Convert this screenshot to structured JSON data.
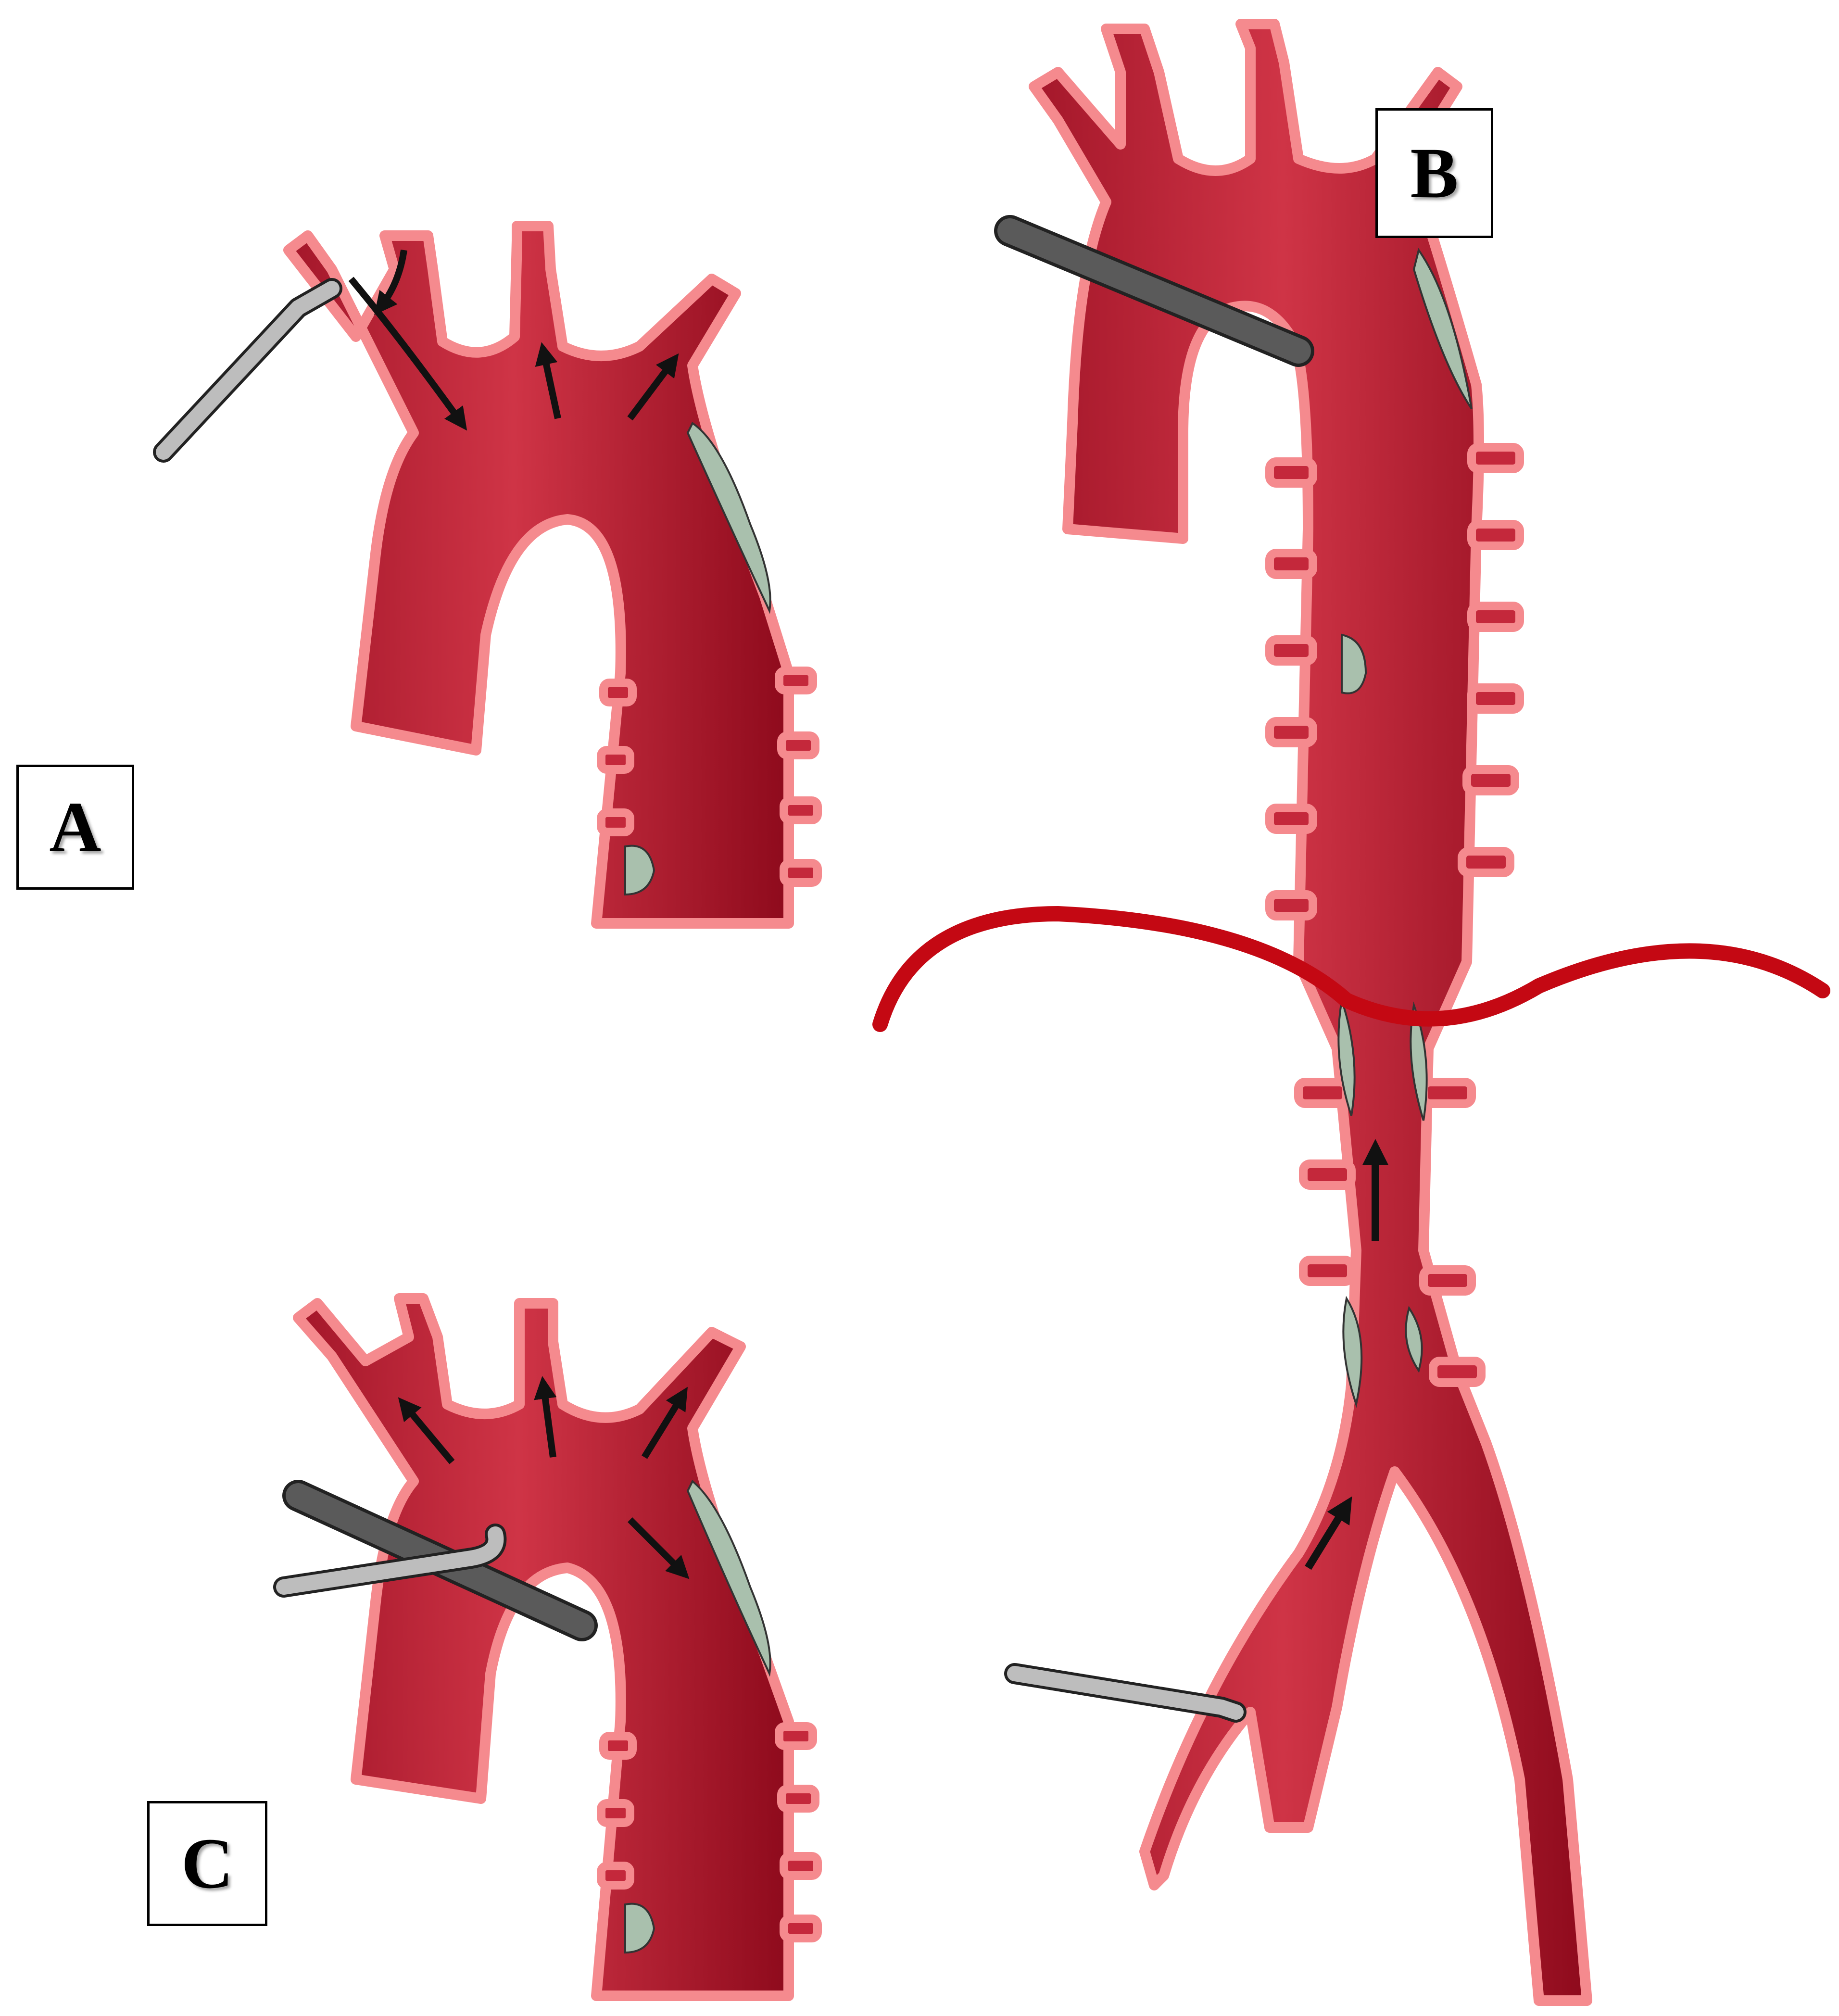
{
  "panels": [
    {
      "id": "A",
      "label": "A"
    },
    {
      "id": "B",
      "label": "B"
    },
    {
      "id": "C",
      "label": "C"
    }
  ],
  "colors": {
    "vessel_fill": "#c4283b",
    "vessel_dark": "#8e0a1c",
    "vessel_wall": "#f58a8e",
    "plaque": "#a9c0ad",
    "clamp": "#5a5a5a",
    "cannula": "#bdbdbd",
    "flow_arrow": "#111111",
    "section_line": "#c40813"
  },
  "icons": [
    "flow-arrow-icon",
    "aortic-clamp-icon",
    "arterial-cannula-icon",
    "plaque-icon"
  ]
}
